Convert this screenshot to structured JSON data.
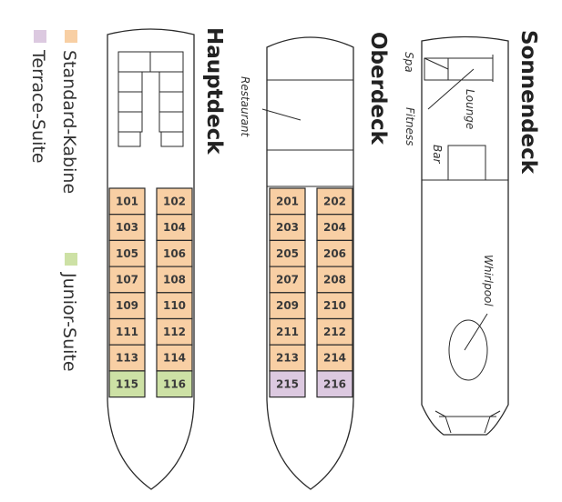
{
  "colors": {
    "standard": "#f8cfa4",
    "junior": "#cde1a5",
    "terrace": "#dcc9e0",
    "outline": "#2a2a2a"
  },
  "legend": [
    {
      "label": "Standard-Kabine",
      "category": "standard"
    },
    {
      "label": "Junior-Suite",
      "category": "junior"
    },
    {
      "label": "Terrace-Suite",
      "category": "terrace"
    }
  ],
  "decks": {
    "hauptdeck": {
      "title": "Hauptdeck",
      "cabins": [
        {
          "number": "101",
          "category": "standard"
        },
        {
          "number": "102",
          "category": "standard"
        },
        {
          "number": "103",
          "category": "standard"
        },
        {
          "number": "104",
          "category": "standard"
        },
        {
          "number": "105",
          "category": "standard"
        },
        {
          "number": "106",
          "category": "standard"
        },
        {
          "number": "107",
          "category": "standard"
        },
        {
          "number": "108",
          "category": "standard"
        },
        {
          "number": "109",
          "category": "standard"
        },
        {
          "number": "110",
          "category": "standard"
        },
        {
          "number": "111",
          "category": "standard"
        },
        {
          "number": "112",
          "category": "standard"
        },
        {
          "number": "113",
          "category": "standard"
        },
        {
          "number": "114",
          "category": "standard"
        },
        {
          "number": "115",
          "category": "junior"
        },
        {
          "number": "116",
          "category": "junior"
        }
      ]
    },
    "oberdeck": {
      "title": "Oberdeck",
      "restaurant": "Restaurant",
      "cabins": [
        {
          "number": "201",
          "category": "standard"
        },
        {
          "number": "202",
          "category": "standard"
        },
        {
          "number": "203",
          "category": "standard"
        },
        {
          "number": "204",
          "category": "standard"
        },
        {
          "number": "205",
          "category": "standard"
        },
        {
          "number": "206",
          "category": "standard"
        },
        {
          "number": "207",
          "category": "standard"
        },
        {
          "number": "208",
          "category": "standard"
        },
        {
          "number": "209",
          "category": "standard"
        },
        {
          "number": "210",
          "category": "standard"
        },
        {
          "number": "211",
          "category": "standard"
        },
        {
          "number": "212",
          "category": "standard"
        },
        {
          "number": "213",
          "category": "standard"
        },
        {
          "number": "214",
          "category": "standard"
        },
        {
          "number": "215",
          "category": "terrace"
        },
        {
          "number": "216",
          "category": "terrace"
        }
      ]
    },
    "sonnendeck": {
      "title": "Sonnendeck",
      "areas": {
        "spa": "Spa",
        "fitness": "Fitness",
        "lounge": "Lounge",
        "bar": "Bar",
        "whirlpool": "Whirlpool"
      }
    }
  }
}
